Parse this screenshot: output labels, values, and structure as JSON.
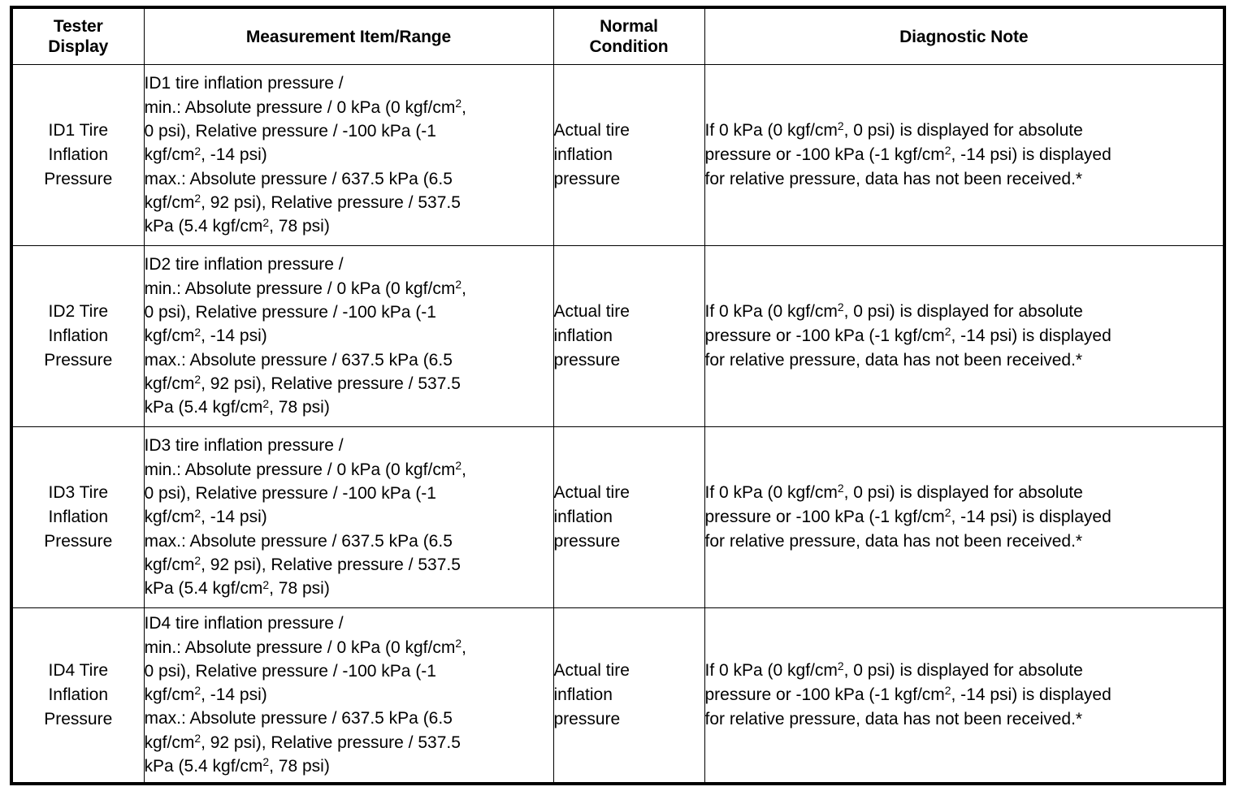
{
  "table": {
    "headers": [
      {
        "id": "tester-display",
        "label": "Tester\nDisplay"
      },
      {
        "id": "measurement-item-range",
        "label": "Measurement Item/Range"
      },
      {
        "id": "normal-condition",
        "label": "Normal\nCondition"
      },
      {
        "id": "diagnostic-note",
        "label": "Diagnostic Note"
      }
    ],
    "rows": [
      {
        "tester_display": "ID1 Tire\nInflation\nPressure",
        "measurement_lines": [
          "ID1 tire inflation pressure /",
          "min.: Absolute pressure / 0 kPa (0 kgf/cm|2|,",
          "0 psi), Relative pressure / -100 kPa (-1",
          "kgf/cm|2|, -14 psi)",
          "max.: Absolute pressure / 637.5 kPa (6.5",
          "kgf/cm|2|, 92 psi), Relative pressure / 537.5",
          "kPa (5.4 kgf/cm|2|, 78 psi)"
        ],
        "normal_condition": "Actual tire\ninflation\npressure",
        "diagnostic_note_lines": [
          "If 0 kPa (0 kgf/cm|2|, 0 psi) is displayed for absolute",
          "pressure or -100 kPa (-1 kgf/cm|2|, -14 psi) is displayed",
          "for relative pressure, data has not been received.*"
        ]
      },
      {
        "tester_display": "ID2 Tire\nInflation\nPressure",
        "measurement_lines": [
          "ID2 tire inflation pressure /",
          "min.: Absolute pressure / 0 kPa (0 kgf/cm|2|,",
          "0 psi), Relative pressure / -100 kPa (-1",
          "kgf/cm|2|, -14 psi)",
          "max.: Absolute pressure / 637.5 kPa (6.5",
          "kgf/cm|2|, 92 psi), Relative pressure / 537.5",
          "kPa (5.4 kgf/cm|2|, 78 psi)"
        ],
        "normal_condition": "Actual tire\ninflation\npressure",
        "diagnostic_note_lines": [
          "If 0 kPa (0 kgf/cm|2|, 0 psi) is displayed for absolute",
          "pressure or -100 kPa (-1 kgf/cm|2|, -14 psi) is displayed",
          "for relative pressure, data has not been received.*"
        ]
      },
      {
        "tester_display": "ID3 Tire\nInflation\nPressure",
        "measurement_lines": [
          "ID3 tire inflation pressure /",
          "min.: Absolute pressure / 0 kPa (0 kgf/cm|2|,",
          "0 psi), Relative pressure / -100 kPa (-1",
          "kgf/cm|2|, -14 psi)",
          "max.: Absolute pressure / 637.5 kPa (6.5",
          "kgf/cm|2|, 92 psi), Relative pressure / 537.5",
          "kPa (5.4 kgf/cm|2|, 78 psi)"
        ],
        "normal_condition": "Actual tire\ninflation\npressure",
        "diagnostic_note_lines": [
          "If 0 kPa (0 kgf/cm|2|, 0 psi) is displayed for absolute",
          "pressure or -100 kPa (-1 kgf/cm|2|, -14 psi) is displayed",
          "for relative pressure, data has not been received.*"
        ]
      },
      {
        "tester_display": "ID4 Tire\nInflation\nPressure",
        "measurement_lines": [
          "ID4 tire inflation pressure /",
          "min.: Absolute pressure / 0 kPa (0 kgf/cm|2|,",
          "0 psi), Relative pressure / -100 kPa (-1",
          "kgf/cm|2|, -14 psi)",
          "max.: Absolute pressure / 637.5 kPa (6.5",
          "kgf/cm|2|, 92 psi), Relative pressure / 537.5",
          "kPa (5.4 kgf/cm|2|, 78 psi)"
        ],
        "normal_condition": "Actual tire\ninflation\npressure",
        "diagnostic_note_lines": [
          "If 0 kPa (0 kgf/cm|2|, 0 psi) is displayed for absolute",
          "pressure or -100 kPa (-1 kgf/cm|2|, -14 psi) is displayed",
          "for relative pressure, data has not been received.*"
        ]
      }
    ]
  },
  "colors": {
    "border": "#000000",
    "text": "#000000",
    "background": "#ffffff"
  }
}
